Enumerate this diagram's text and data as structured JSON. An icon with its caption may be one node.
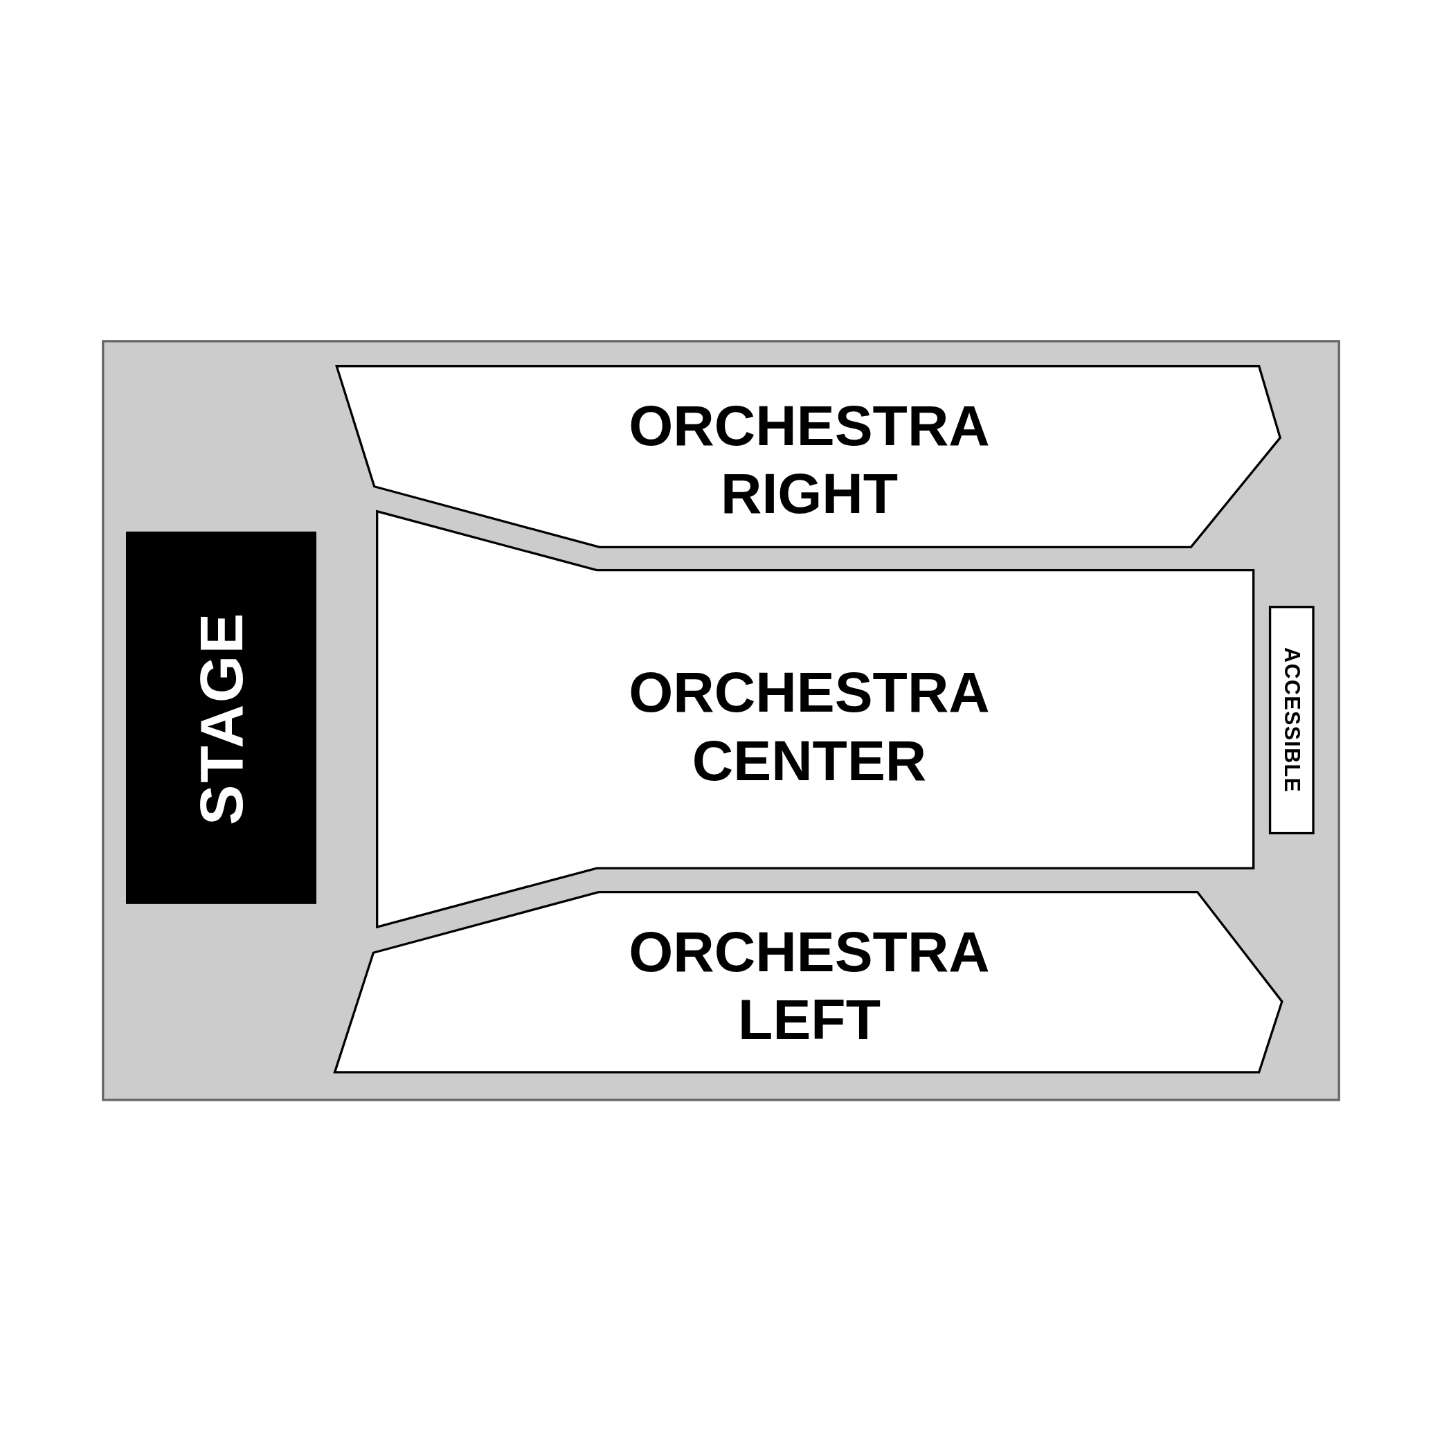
{
  "diagram": {
    "nodes": [
      {
        "text": [
          "STAGE"
        ]
      },
      {
        "text": [
          "ORCHESTRA RIGHT"
        ]
      },
      {
        "text": [
          "ORCHESTRA CENTER"
        ]
      },
      {
        "text": [
          "ORCHESTRA LEFT"
        ]
      },
      {
        "text": [
          "ACCESSIBLE"
        ]
      }
    ]
  }
}
